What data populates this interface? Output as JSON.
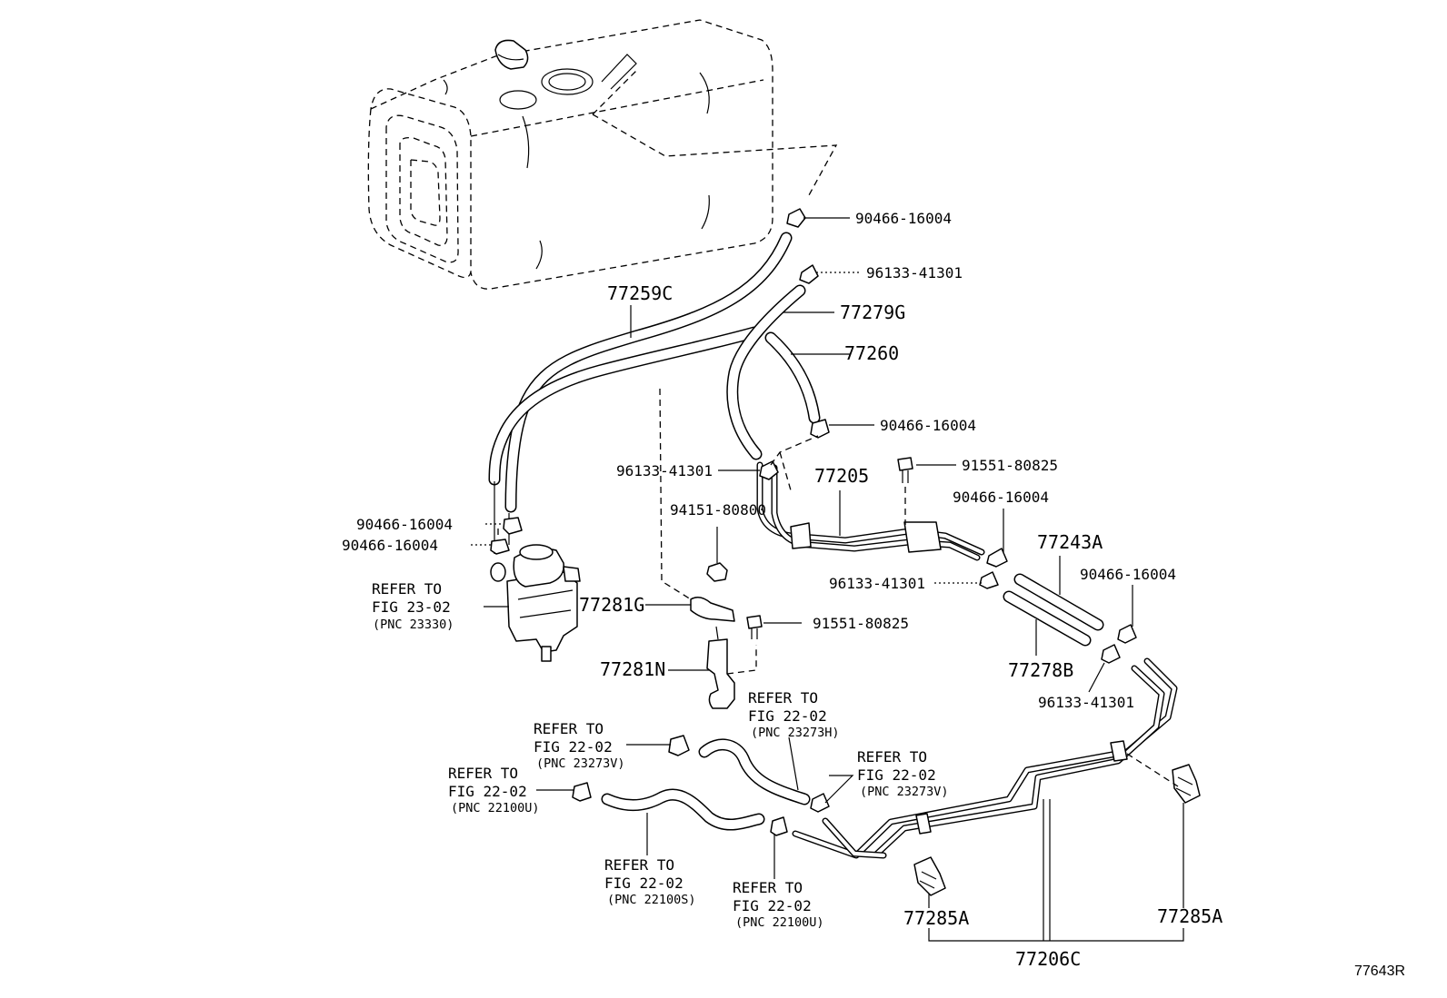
{
  "diagram_id": "77643R",
  "callouts": {
    "c1": "90466-16004",
    "c2": "96133-41301",
    "c3": "77259C",
    "c4": "77279G",
    "c5": "77260",
    "c6": "90466-16004",
    "c7": "96133-41301",
    "c8": "77205",
    "c9": "91551-80825",
    "c10": "90466-16004",
    "c11": "94151-80800",
    "c12": "90466-16004",
    "c13": "90466-16004",
    "c14": "77243A",
    "c15": "96133-41301",
    "c16": "90466-16004",
    "c17": "77281G",
    "c18": "91551-80825",
    "c19": "77278B",
    "c20": "96133-41301",
    "c21": "77281N",
    "c22": "77285A",
    "c23": "77285A",
    "c24": "77206C"
  },
  "refs": {
    "r1": {
      "l1": "REFER TO",
      "l2": "FIG 23-02",
      "l3": "(PNC 23330)"
    },
    "r2": {
      "l1": "REFER TO",
      "l2": "FIG 22-02",
      "l3": "(PNC 23273H)"
    },
    "r3": {
      "l1": "REFER TO",
      "l2": "FIG 22-02",
      "l3": "(PNC 23273V)"
    },
    "r4": {
      "l1": "REFER TO",
      "l2": "FIG 22-02",
      "l3": "(PNC 23273V)"
    },
    "r5": {
      "l1": "REFER TO",
      "l2": "FIG 22-02",
      "l3": "(PNC 22100U)"
    },
    "r6": {
      "l1": "REFER TO",
      "l2": "FIG 22-02",
      "l3": "(PNC 22100S)"
    },
    "r7": {
      "l1": "REFER TO",
      "l2": "FIG 22-02",
      "l3": "(PNC 22100U)"
    }
  }
}
